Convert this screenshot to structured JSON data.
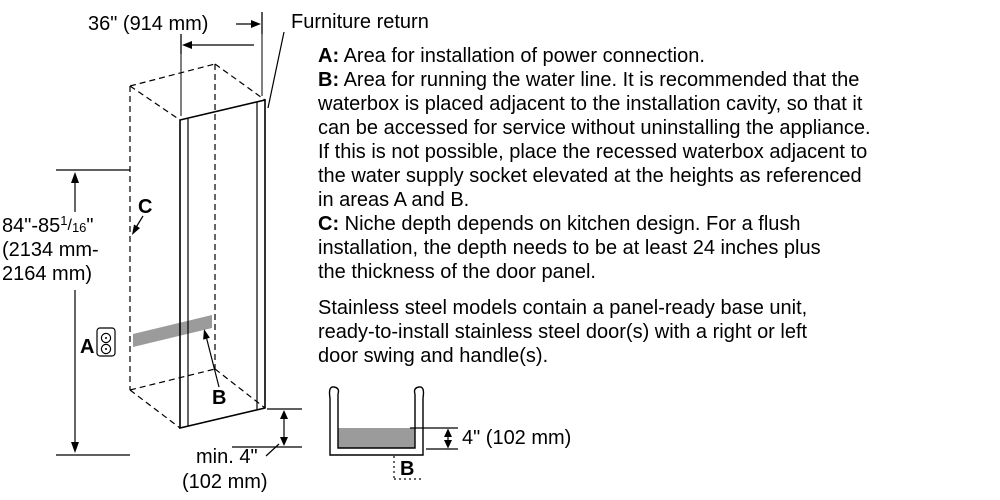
{
  "colors": {
    "line": "#000000",
    "shade": "#9b9b9b",
    "background": "#ffffff"
  },
  "niche": {
    "width_dim": "36\" (914 mm)",
    "furniture_return": "Furniture return",
    "height_dim_part1": "84\"-85",
    "height_dim_sup": "1",
    "height_dim_slash": "/",
    "height_dim_sub": "16",
    "height_dim_part2": "\"",
    "height_dim_line2": "(2134 mm-",
    "height_dim_line3": "2164 mm)",
    "label_a": "A",
    "label_b": "B",
    "label_c": "C",
    "min_dim_line1": "min. 4\"",
    "min_dim_line2": "(102 mm)"
  },
  "waterbox": {
    "depth_dim": "4\" (102 mm)",
    "label_b": "B"
  },
  "notes": {
    "a_prefix": "A:",
    "a_text": " Area for installation of power connection.",
    "b_prefix": "B:",
    "b_text": " Area for running the water line. It is recommended that the\nwaterbox is placed adjacent to the installation cavity, so that it\ncan be accessed for service without uninstalling the appliance.\nIf this is not possible, place the recessed waterbox adjacent to\nthe water supply socket elevated at the heights as referenced\nin areas A and B.",
    "c_prefix": "C:",
    "c_text": " Niche depth depends on kitchen design. For a flush\ninstallation, the depth needs to be at least 24 inches plus\nthe thickness of the door panel.",
    "stainless_text": "Stainless steel models contain a panel-ready base unit,\nready-to-install stainless steel door(s) with a right or left\ndoor swing and handle(s)."
  }
}
